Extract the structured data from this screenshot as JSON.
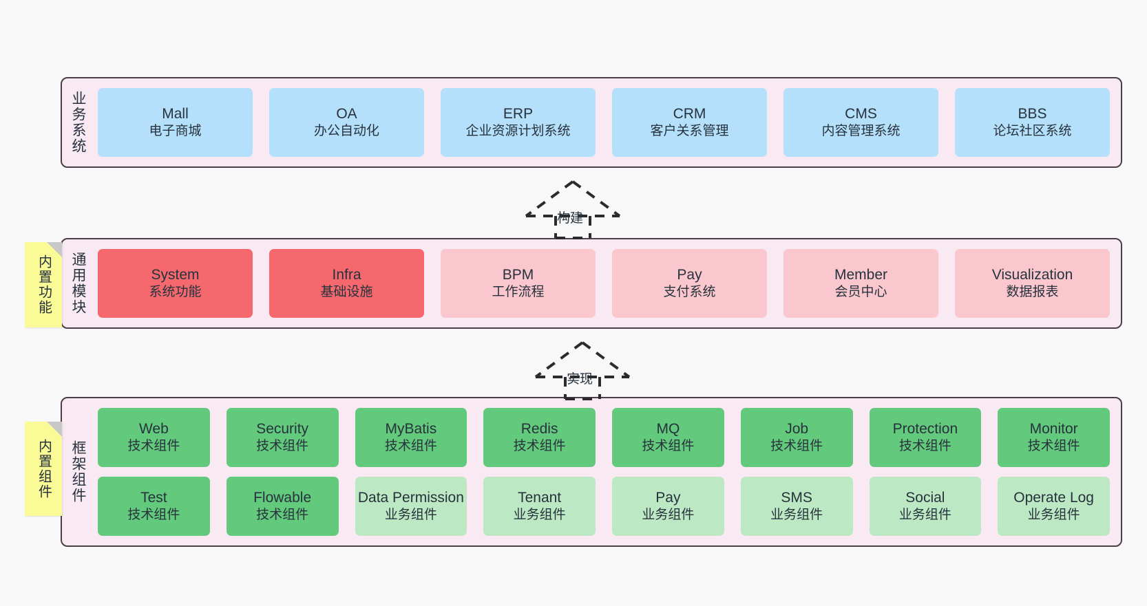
{
  "colors": {
    "canvas": "#f8f8f8",
    "band_fill": "#f9e9f3",
    "band_stroke": "#4a3f46",
    "blue": "#b5e0fb",
    "red": "#f4686e",
    "pink": "#fbc7cf",
    "green": "#63c97c",
    "light_green": "#bce8c4",
    "sticky_yellow": "#fafa96",
    "fold_gray": "#c8c8c8",
    "text": "#26323c"
  },
  "layers": [
    {
      "key": "business",
      "title": "业务系统",
      "sticky": null,
      "rows": [
        {
          "nodes": [
            {
              "title": "Mall",
              "sub": "电子商城",
              "color": "blue"
            },
            {
              "title": "OA",
              "sub": "办公自动化",
              "color": "blue"
            },
            {
              "title": "ERP",
              "sub": "企业资源计划系统",
              "color": "blue"
            },
            {
              "title": "CRM",
              "sub": "客户关系管理",
              "color": "blue"
            },
            {
              "title": "CMS",
              "sub": "内容管理系统",
              "color": "blue"
            },
            {
              "title": "BBS",
              "sub": "论坛社区系统",
              "color": "blue"
            }
          ]
        }
      ]
    },
    {
      "key": "common",
      "title": "通用模块",
      "sticky": "内置功能",
      "rows": [
        {
          "nodes": [
            {
              "title": "System",
              "sub": "系统功能",
              "color": "red"
            },
            {
              "title": "Infra",
              "sub": "基础设施",
              "color": "red"
            },
            {
              "title": "BPM",
              "sub": "工作流程",
              "color": "pink"
            },
            {
              "title": "Pay",
              "sub": "支付系统",
              "color": "pink"
            },
            {
              "title": "Member",
              "sub": "会员中心",
              "color": "pink"
            },
            {
              "title": "Visualization",
              "sub": "数据报表",
              "color": "pink"
            }
          ]
        }
      ]
    },
    {
      "key": "framework",
      "title": "框架组件",
      "sticky": "内置组件",
      "rows": [
        {
          "nodes": [
            {
              "title": "Web",
              "sub": "技术组件",
              "color": "green"
            },
            {
              "title": "Security",
              "sub": "技术组件",
              "color": "green"
            },
            {
              "title": "MyBatis",
              "sub": "技术组件",
              "color": "green"
            },
            {
              "title": "Redis",
              "sub": "技术组件",
              "color": "green"
            },
            {
              "title": "MQ",
              "sub": "技术组件",
              "color": "green"
            },
            {
              "title": "Job",
              "sub": "技术组件",
              "color": "green"
            },
            {
              "title": "Protection",
              "sub": "技术组件",
              "color": "green"
            },
            {
              "title": "Monitor",
              "sub": "技术组件",
              "color": "green"
            }
          ]
        },
        {
          "nodes": [
            {
              "title": "Test",
              "sub": "技术组件",
              "color": "green"
            },
            {
              "title": "Flowable",
              "sub": "技术组件",
              "color": "green"
            },
            {
              "title": "Data Permission",
              "sub": "业务组件",
              "color": "lightgreen"
            },
            {
              "title": "Tenant",
              "sub": "业务组件",
              "color": "lightgreen"
            },
            {
              "title": "Pay",
              "sub": "业务组件",
              "color": "lightgreen"
            },
            {
              "title": "SMS",
              "sub": "业务组件",
              "color": "lightgreen"
            },
            {
              "title": "Social",
              "sub": "业务组件",
              "color": "lightgreen"
            },
            {
              "title": "Operate Log",
              "sub": "业务组件",
              "color": "lightgreen"
            }
          ]
        }
      ]
    }
  ],
  "connectors": [
    {
      "key": "build",
      "label": "构建"
    },
    {
      "key": "implement",
      "label": "实现"
    }
  ]
}
